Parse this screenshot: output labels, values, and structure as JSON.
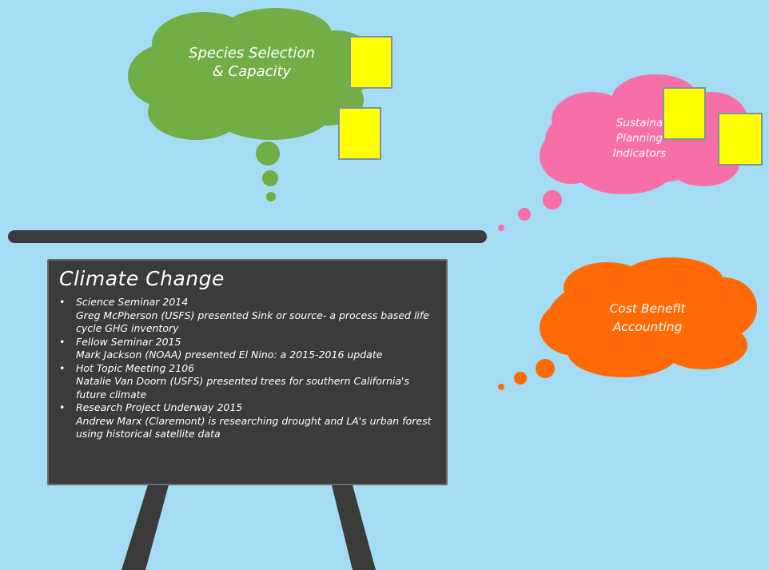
{
  "colors": {
    "background": "#a4dcf4",
    "green_cloud": "#72ad46",
    "pink_cloud": "#f76fa8",
    "orange_cloud": "#ff6a06",
    "board": "#3a3b3a",
    "sticky_note": "#ffff00"
  },
  "clouds": {
    "species": {
      "line1": "Species Selection",
      "line2": "& Capacity"
    },
    "sustainability": {
      "line1": "Sustaina",
      "line2": "Planning",
      "line3": "Indicators"
    },
    "cost": {
      "line1": "Cost Benefit",
      "line2": "Accounting"
    }
  },
  "board": {
    "title": "Climate Change",
    "items": [
      {
        "heading": "Science Seminar 2014",
        "detail": "Greg McPherson (USFS) presented Sink or source- a process based life cycle GHG inventory"
      },
      {
        "heading": "Fellow Seminar 2015",
        "detail": "Mark Jackson (NOAA) presented El Nino: a 2015-2016 update"
      },
      {
        "heading": "Hot Topic Meeting 2106",
        "detail": "Natalie Van Doorn (USFS) presented trees for southern California's future climate"
      },
      {
        "heading": "Research Project Underway 2015",
        "detail": "Andrew Marx (Claremont) is researching drought and LA's urban forest using historical satellite data"
      }
    ]
  }
}
